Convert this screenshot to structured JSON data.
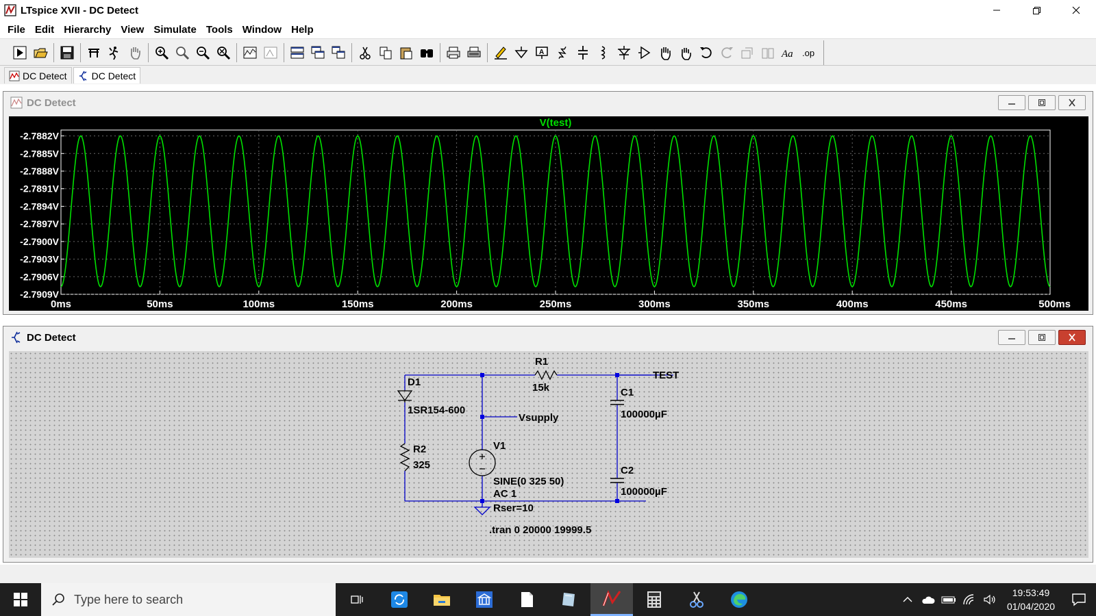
{
  "window": {
    "title": "LTspice XVII - DC Detect",
    "controls": [
      "minimize",
      "maximize",
      "close"
    ]
  },
  "menu": [
    {
      "label": "File"
    },
    {
      "label": "Edit"
    },
    {
      "label": "Hierarchy"
    },
    {
      "label": "View"
    },
    {
      "label": "Simulate"
    },
    {
      "label": "Tools"
    },
    {
      "label": "Window"
    },
    {
      "label": "Help"
    }
  ],
  "toolbar": {
    "icons": [
      "run-icon",
      "open-icon",
      "save-icon",
      "control-panel-icon",
      "halt-icon",
      "pan-hand-icon",
      "zoom-in-icon",
      "zoom-area-icon",
      "zoom-out-icon",
      "zoom-cancel-icon",
      "autorange-icon",
      "mark-icon",
      "tile-horizontal-icon",
      "cascade-icon",
      "tile-vertical-icon",
      "cut-icon",
      "copy-icon",
      "paste-icon",
      "find-icon",
      "print-icon",
      "print-setup-icon",
      "draw-wire-icon",
      "ground-icon",
      "label-net-icon",
      "resistor-icon",
      "capacitor-icon",
      "inductor-icon",
      "diode-icon",
      "component-icon",
      "move-icon",
      "drag-icon",
      "undo-icon",
      "redo-icon",
      "rotate-icon",
      "mirror-icon",
      "text-icon",
      "spice-directive-icon"
    ]
  },
  "tabs": [
    {
      "label": "DC Detect",
      "type": "waveform"
    },
    {
      "label": "DC Detect",
      "type": "schematic",
      "active": true
    }
  ],
  "plot_window": {
    "title": "DC Detect"
  },
  "schematic_window": {
    "title": "DC Detect"
  },
  "chart_data": {
    "type": "line",
    "title": "V(test)",
    "xlabel": "",
    "ylabel": "",
    "x_ticks": [
      "0ms",
      "50ms",
      "100ms",
      "150ms",
      "200ms",
      "250ms",
      "300ms",
      "350ms",
      "400ms",
      "450ms",
      "500ms"
    ],
    "y_ticks": [
      "-2.7882V",
      "-2.7885V",
      "-2.7888V",
      "-2.7891V",
      "-2.7894V",
      "-2.7897V",
      "-2.7900V",
      "-2.7903V",
      "-2.7906V",
      "-2.7909V"
    ],
    "xlim": [
      0,
      500
    ],
    "ylim": [
      -2.7909,
      -2.7881
    ],
    "series": [
      {
        "name": "V(test)",
        "color": "#00e000",
        "shape": "sine",
        "frequency_hz": 50,
        "phase_start": "trough",
        "max": -2.7882,
        "min": -2.79077
      }
    ],
    "grid": true,
    "background": "#000000",
    "axis_color": "#ffffff"
  },
  "schematic": {
    "components": {
      "d1_name": "D1",
      "d1_value": "1SR154-600",
      "r1_name": "R1",
      "r1_value": "15k",
      "r2_name": "R2",
      "r2_value": "325",
      "c1_name": "C1",
      "c1_value": "100000µF",
      "c2_name": "C2",
      "c2_value": "100000µF",
      "v1_name": "V1",
      "v1_value1": "SINE(0 325 50)",
      "v1_value2": "AC 1",
      "v1_value3": "Rser=10"
    },
    "labels": {
      "test": "TEST",
      "vsupply": "Vsupply"
    },
    "directive": ".tran 0 20000 19999.5"
  },
  "taskbar": {
    "search_placeholder": "Type here to search",
    "time": "19:53:49",
    "date": "01/04/2020"
  }
}
